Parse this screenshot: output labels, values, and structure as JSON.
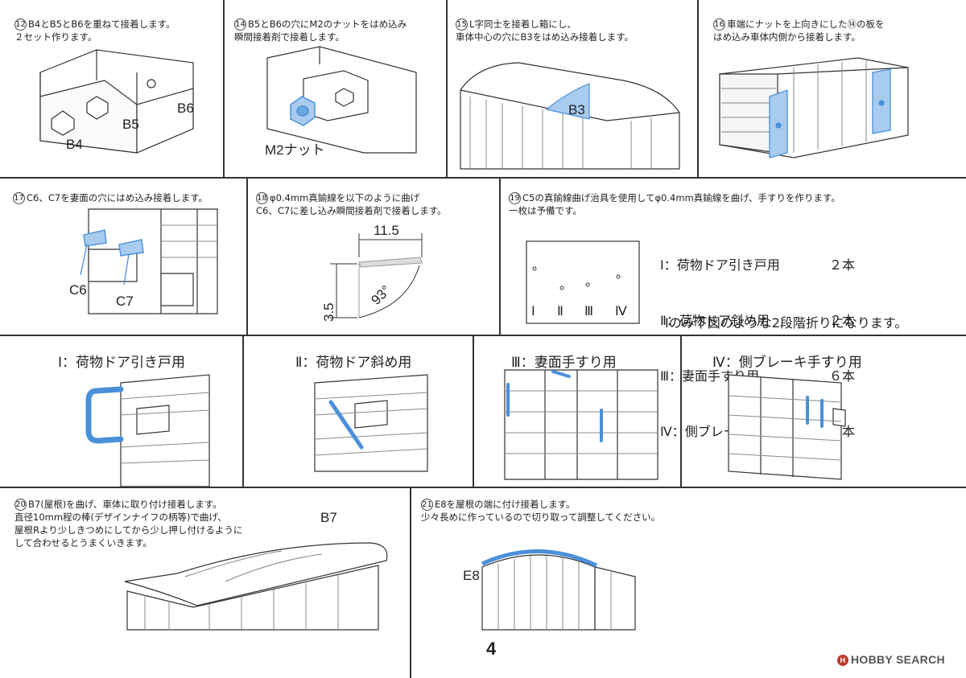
{
  "steps": {
    "s12": {
      "num": "12",
      "text": "B4とB5とB6を重ねて接着します。\n２セット作ります。",
      "labels": [
        "B4",
        "B5",
        "B6"
      ]
    },
    "s14": {
      "num": "14",
      "text": "B5とB6の穴にM2のナットをはめ込み\n瞬間接着剤で接着します。",
      "labels": [
        "M2ナット"
      ]
    },
    "s15": {
      "num": "15",
      "text": "L字同士を接着し箱にし、\n車体中心の穴にB3をはめ込み接着します。",
      "labels": [
        "B3"
      ]
    },
    "s16": {
      "num": "16",
      "text": "車端にナットを上向きにした⑭の板を\nはめ込み車体内側から接着します。"
    },
    "s17": {
      "num": "17",
      "text": "C6、C7を妻面の穴にはめ込み接着します。",
      "labels": [
        "C6",
        "C7"
      ]
    },
    "s18": {
      "num": "18",
      "text": "φ0.4mm真鍮線を以下のように曲げ\nC6、C7に差し込み瞬間接着剤で接着します。",
      "dims": [
        "11.5",
        "3.5",
        "93°"
      ]
    },
    "s19": {
      "num": "19",
      "text": "C5の真鍮線曲げ治具を使用してφ0.4mm真鍮線を曲げ、手すりを作ります。\n一枚は予備です。",
      "jig_marks": [
        "Ⅰ",
        "Ⅱ",
        "Ⅲ",
        "Ⅳ"
      ]
    },
    "s20": {
      "num": "20",
      "text": "B7(屋根)を曲げ、車体に取り付け接着します。\n直径10mm程の棒(デザインナイフの柄等)で曲げ、\n屋根Rより少しきつめにしてから少し押し付けるように\nして合わせるとうまくいきます。",
      "labels": [
        "B7"
      ]
    },
    "s21": {
      "num": "21",
      "text": "E8を屋根の端に付け接着します。\n少々長めに作っているので切り取って調整してください。",
      "labels": [
        "E8"
      ]
    }
  },
  "rails": [
    {
      "name": "Ⅰ：荷物ドア引き戸用",
      "qty": "２本"
    },
    {
      "name": "Ⅱ：荷物ドア斜め用",
      "qty": "２本"
    },
    {
      "name": "Ⅲ：妻面手すり用",
      "qty": "６本"
    },
    {
      "name": "Ⅳ：側ブレーキ手すり用",
      "qty": "２本"
    }
  ],
  "note": "Ⅰのみ下図のような2段階折りになります。",
  "page_number": "4",
  "watermark": "HOBBY SEARCH",
  "colors": {
    "accent": "#4a90d9",
    "accent_fill": "#a9cbee",
    "line": "#333333"
  }
}
